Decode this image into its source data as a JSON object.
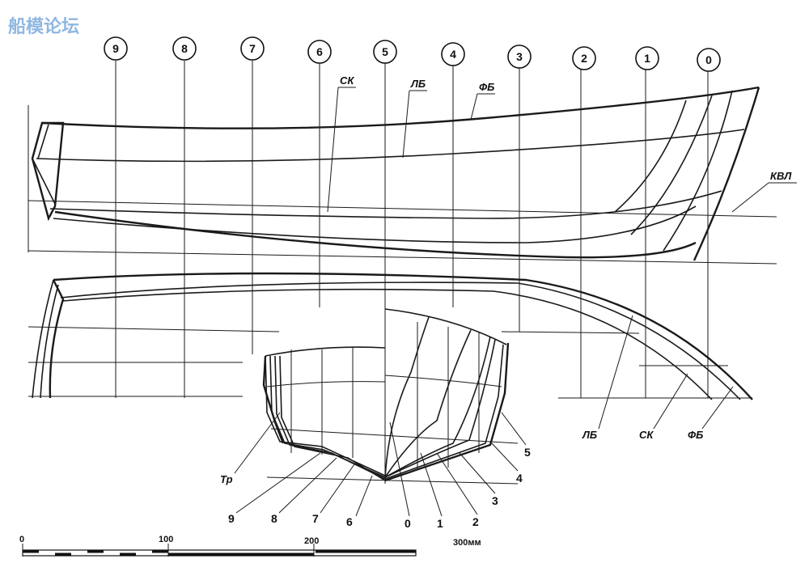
{
  "watermark": {
    "text": "船模论坛"
  },
  "stations": [
    "9",
    "8",
    "7",
    "6",
    "5",
    "4",
    "3",
    "2",
    "1",
    "0"
  ],
  "profile_labels": {
    "sk": "СК",
    "lb": "ЛБ",
    "fb": "ФБ",
    "kvl": "КВЛ"
  },
  "plan_labels": {
    "lb": "ЛБ",
    "sk": "СК",
    "fb": "ФБ"
  },
  "body_plan_labels": {
    "tr": "Тр",
    "aft": [
      "9",
      "8",
      "7",
      "6"
    ],
    "fwd": [
      "0",
      "1",
      "2",
      "3",
      "4",
      "5"
    ]
  },
  "scale": {
    "ticks": [
      "0",
      "100",
      "200",
      "300мм"
    ]
  }
}
